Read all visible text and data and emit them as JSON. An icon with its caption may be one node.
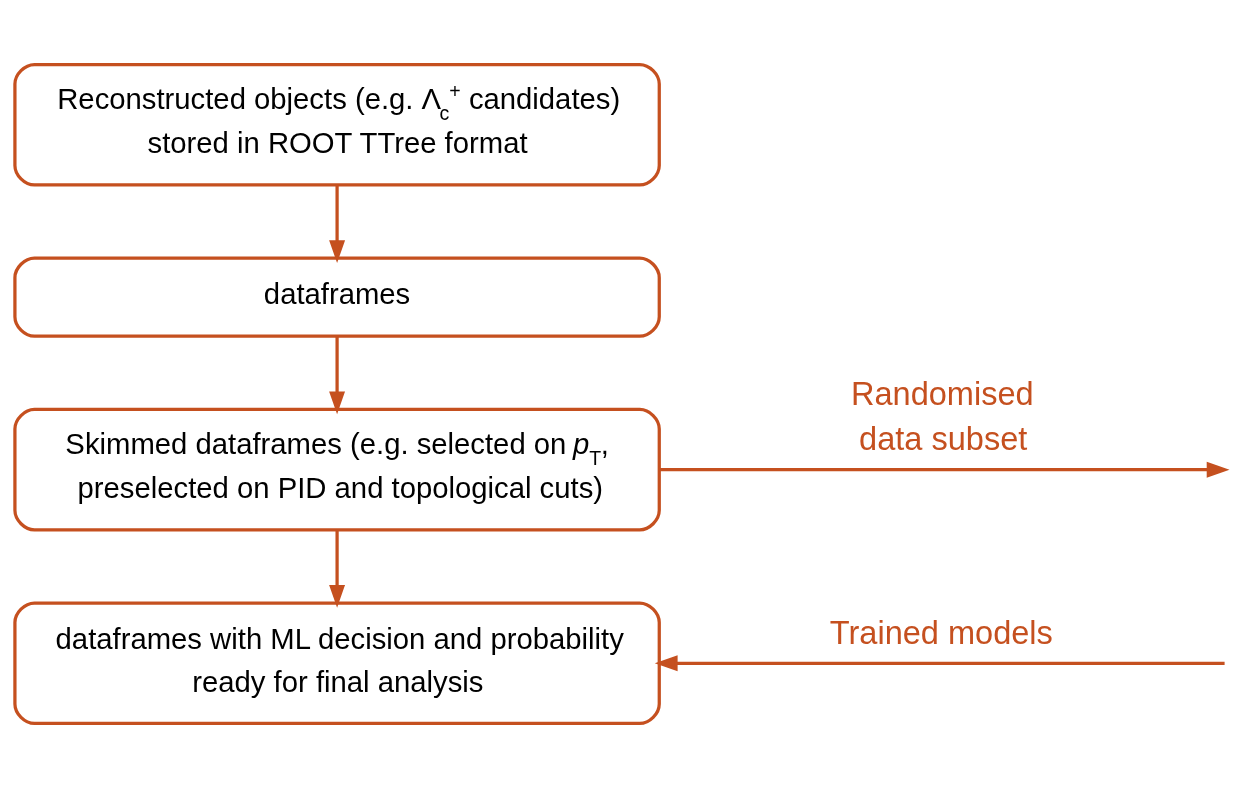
{
  "diagram": {
    "nodes": [
      {
        "text": [
          "Reconstructed objects (e.g. Λ$_{c}$$^{+}$ candidates) stored in ROOT TTree format"
        ]
      },
      {
        "text": [
          "dataframes"
        ]
      },
      {
        "text": [
          "Skimmed dataframes (e.g. selected on *p*$_{T}$, preselected on PID and topological cuts)"
        ]
      },
      {
        "text": [
          "dataframes with ML decision and probability ready for final analysis"
        ]
      }
    ],
    "edges": [
      {
        "from": 0,
        "to": 1,
        "arrow": "to"
      },
      {
        "from": 1,
        "to": 2,
        "arrow": "to"
      },
      {
        "from": 2,
        "to": 3,
        "arrow": "to"
      },
      {
        "from": 2,
        "to": null,
        "arrow": "to",
        "label": "Randomised data subset"
      },
      {
        "from": null,
        "to": 3,
        "arrow": "to",
        "label": "Trained models"
      }
    ]
  }
}
